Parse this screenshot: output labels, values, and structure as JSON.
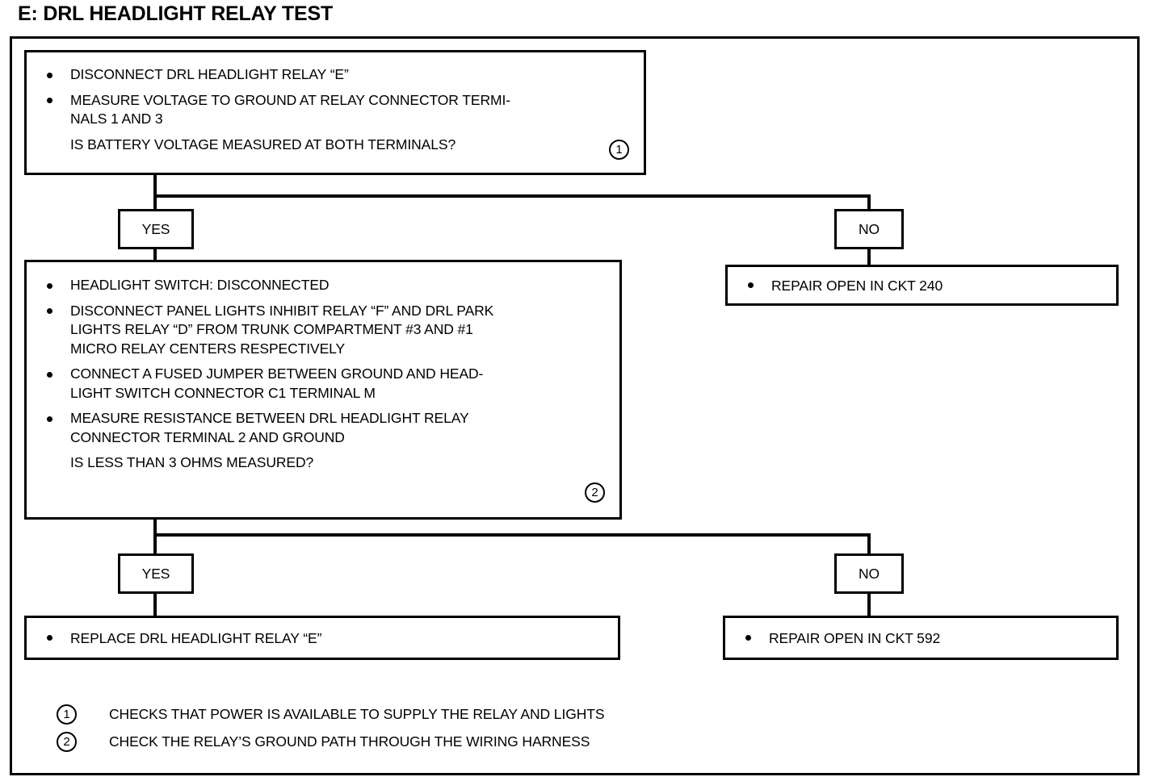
{
  "title": "E: DRL HEADLIGHT RELAY TEST",
  "diagram": {
    "type": "flowchart",
    "step1": {
      "bullets": [
        "DISCONNECT DRL HEADLIGHT RELAY “E”",
        "MEASURE VOLTAGE TO GROUND AT RELAY CONNECTOR TERMI-\nNALS 1 AND 3"
      ],
      "question": "IS BATTERY VOLTAGE MEASURED AT BOTH TERMINALS?",
      "marker": "1"
    },
    "branch1": {
      "yes_label": "YES",
      "no_label": "NO",
      "no_result": "REPAIR OPEN IN CKT 240"
    },
    "step2": {
      "bullets": [
        "HEADLIGHT SWITCH: DISCONNECTED",
        "DISCONNECT PANEL LIGHTS INHIBIT RELAY “F” AND DRL PARK\nLIGHTS RELAY “D” FROM TRUNK COMPARTMENT  #3 AND #1\nMICRO RELAY CENTERS RESPECTIVELY",
        "CONNECT A FUSED JUMPER BETWEEN GROUND AND HEAD-\nLIGHT SWITCH CONNECTOR C1 TERMINAL M",
        "MEASURE RESISTANCE BETWEEN DRL HEADLIGHT RELAY\nCONNECTOR TERMINAL 2 AND GROUND"
      ],
      "question": "IS LESS THAN 3 OHMS MEASURED?",
      "marker": "2"
    },
    "branch2": {
      "yes_label": "YES",
      "no_label": "NO",
      "yes_result": "REPLACE DRL HEADLIGHT RELAY “E”",
      "no_result": "REPAIR OPEN IN CKT 592"
    },
    "footnotes": [
      {
        "marker": "1",
        "text": "CHECKS THAT POWER IS AVAILABLE TO SUPPLY THE RELAY AND LIGHTS"
      },
      {
        "marker": "2",
        "text": "CHECK THE RELAY’S GROUND PATH THROUGH THE WIRING HARNESS"
      }
    ]
  }
}
